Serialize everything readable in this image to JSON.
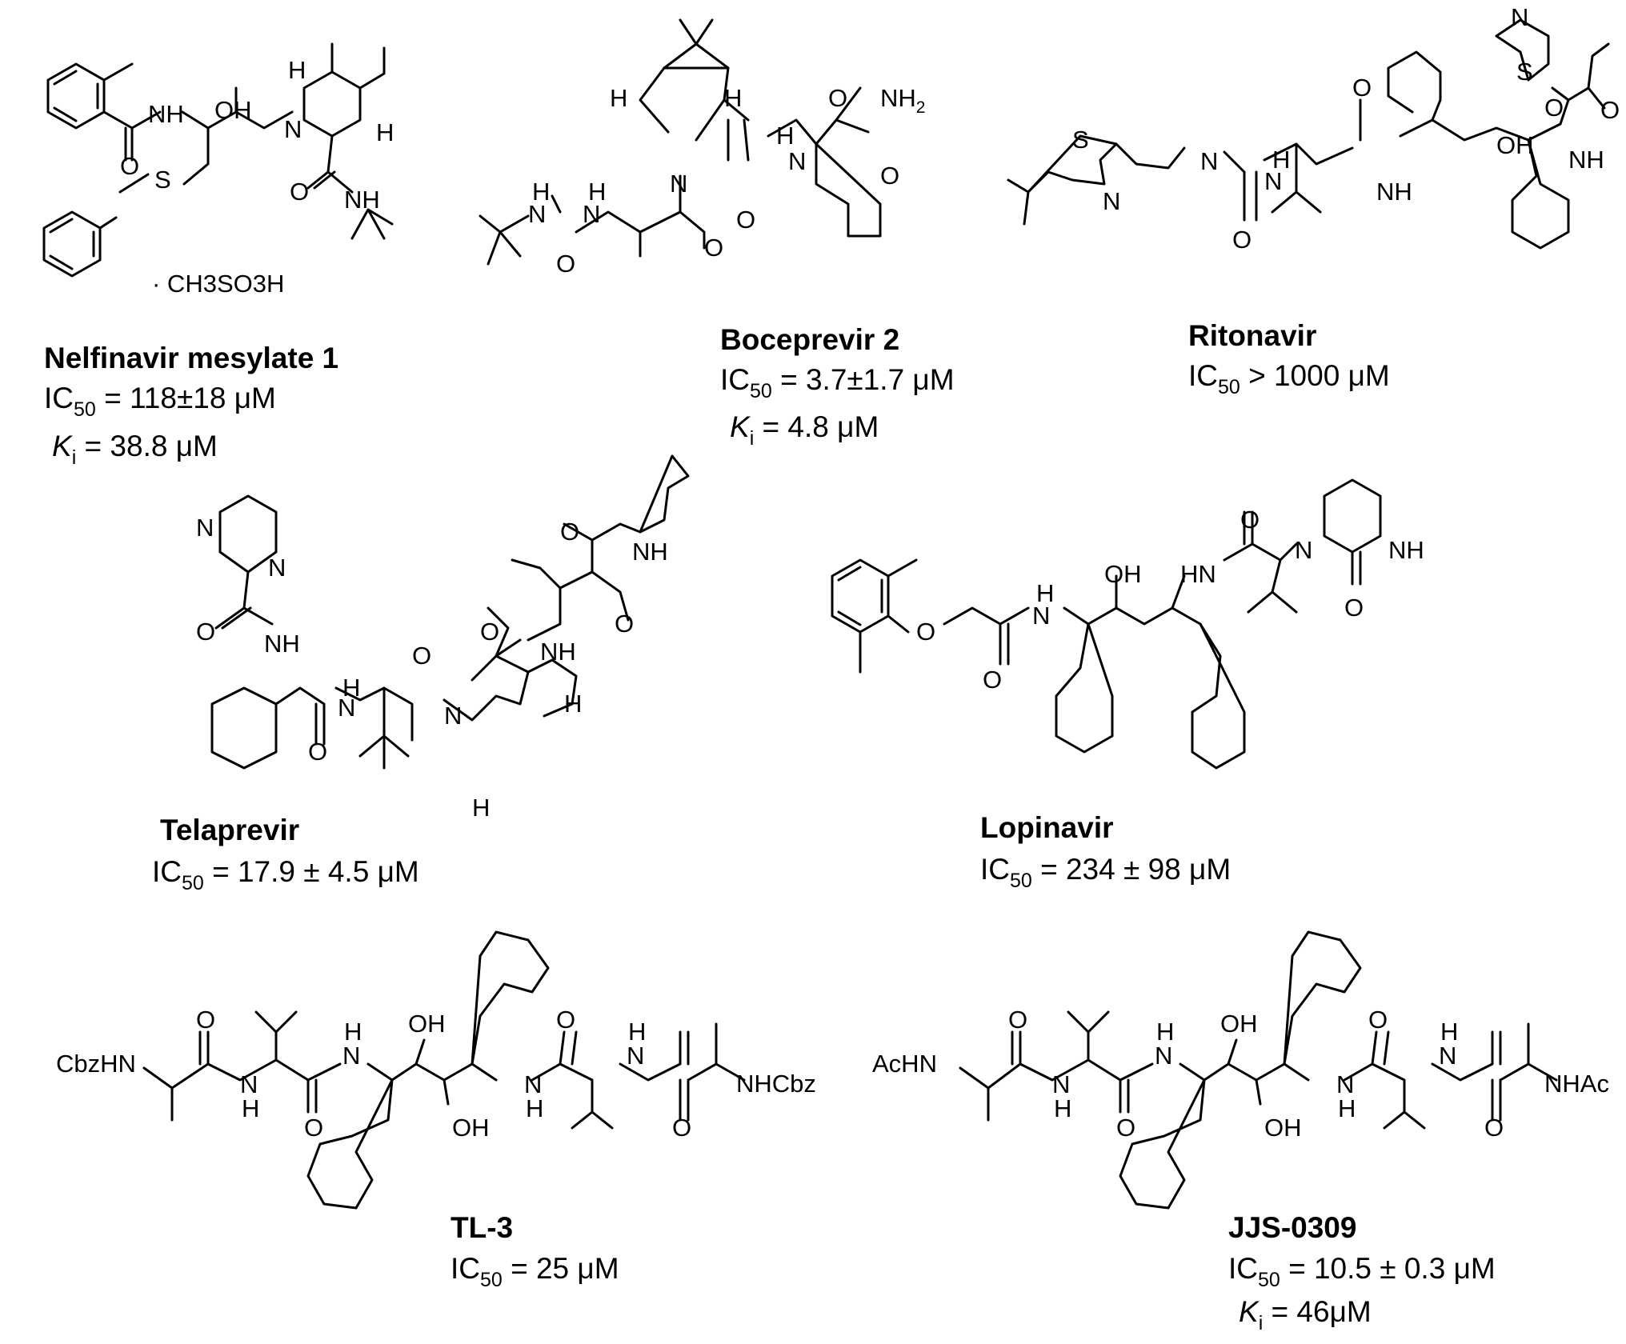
{
  "compounds": {
    "nelfinavir": {
      "name": "Nelfinavir mesylate 1",
      "salt": "· CH3SO3H",
      "ic50": {
        "prefix": "IC",
        "sub": "50",
        "text": " = 118±18 μM"
      },
      "ki": {
        "k": "K",
        "sub": "i",
        "text": " = 38.8 μM"
      }
    },
    "boceprevir": {
      "name": "Boceprevir 2",
      "ic50": {
        "prefix": "IC",
        "sub": "50",
        "text": " = 3.7±1.7 μM"
      },
      "ki": {
        "k": "K",
        "sub": "i",
        "text": " = 4.8 μM"
      }
    },
    "ritonavir": {
      "name": "Ritonavir",
      "ic50": {
        "prefix": "IC",
        "sub": "50",
        "text": " > 1000 μM"
      }
    },
    "telaprevir": {
      "name": "Telaprevir",
      "ic50": {
        "prefix": "IC",
        "sub": "50",
        "text": " = 17.9 ± 4.5  μM"
      }
    },
    "lopinavir": {
      "name": "Lopinavir",
      "ic50": {
        "prefix": "IC",
        "sub": "50",
        "text": " = 234 ± 98 μM"
      }
    },
    "tl3": {
      "name": "TL-3",
      "ic50": {
        "prefix": "IC",
        "sub": "50",
        "text": " = 25 μM"
      },
      "left_group": "CbzHN",
      "right_group": "NHCbz"
    },
    "jjs0309": {
      "name": "JJS-0309",
      "ic50": {
        "prefix": "IC",
        "sub": "50",
        "text": " = 10.5 ± 0.3 μM"
      },
      "ki": {
        "k": "K",
        "sub": "i",
        "text": " = 46μM"
      },
      "left_group": "AcHN",
      "right_group": "NHAc"
    }
  },
  "atoms": {
    "H": "H",
    "NH": "NH",
    "HN": "HN",
    "OH": "OH",
    "N": "N",
    "O": "O",
    "S": "S",
    "NH2": "NH2"
  }
}
